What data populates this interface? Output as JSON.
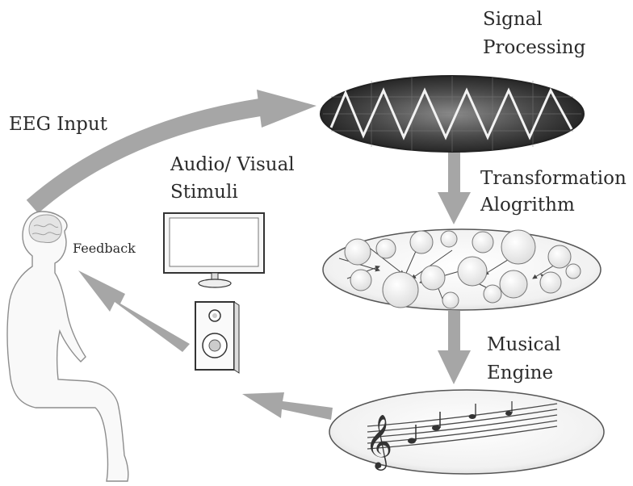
{
  "labels": {
    "eeg_input": "EEG Input",
    "signal_processing": [
      "Signal",
      "Processing"
    ],
    "audio_visual": [
      "Audio/ Visual",
      "Stimuli"
    ],
    "transformation": [
      "Transformation",
      "Alogrithm"
    ],
    "feedback": "Feedback",
    "musical_engine": [
      "Musical",
      "Engine"
    ]
  },
  "colors": {
    "arrow": "#a6a6a6",
    "line_art": "#555555",
    "oscilloscope_bg": "#3c3c3c",
    "waveform": "#f2f2f2"
  },
  "icons": [
    "head-brain-icon",
    "monitor-icon",
    "speaker-icon",
    "treble-clef-icon",
    "music-staff-icon"
  ]
}
